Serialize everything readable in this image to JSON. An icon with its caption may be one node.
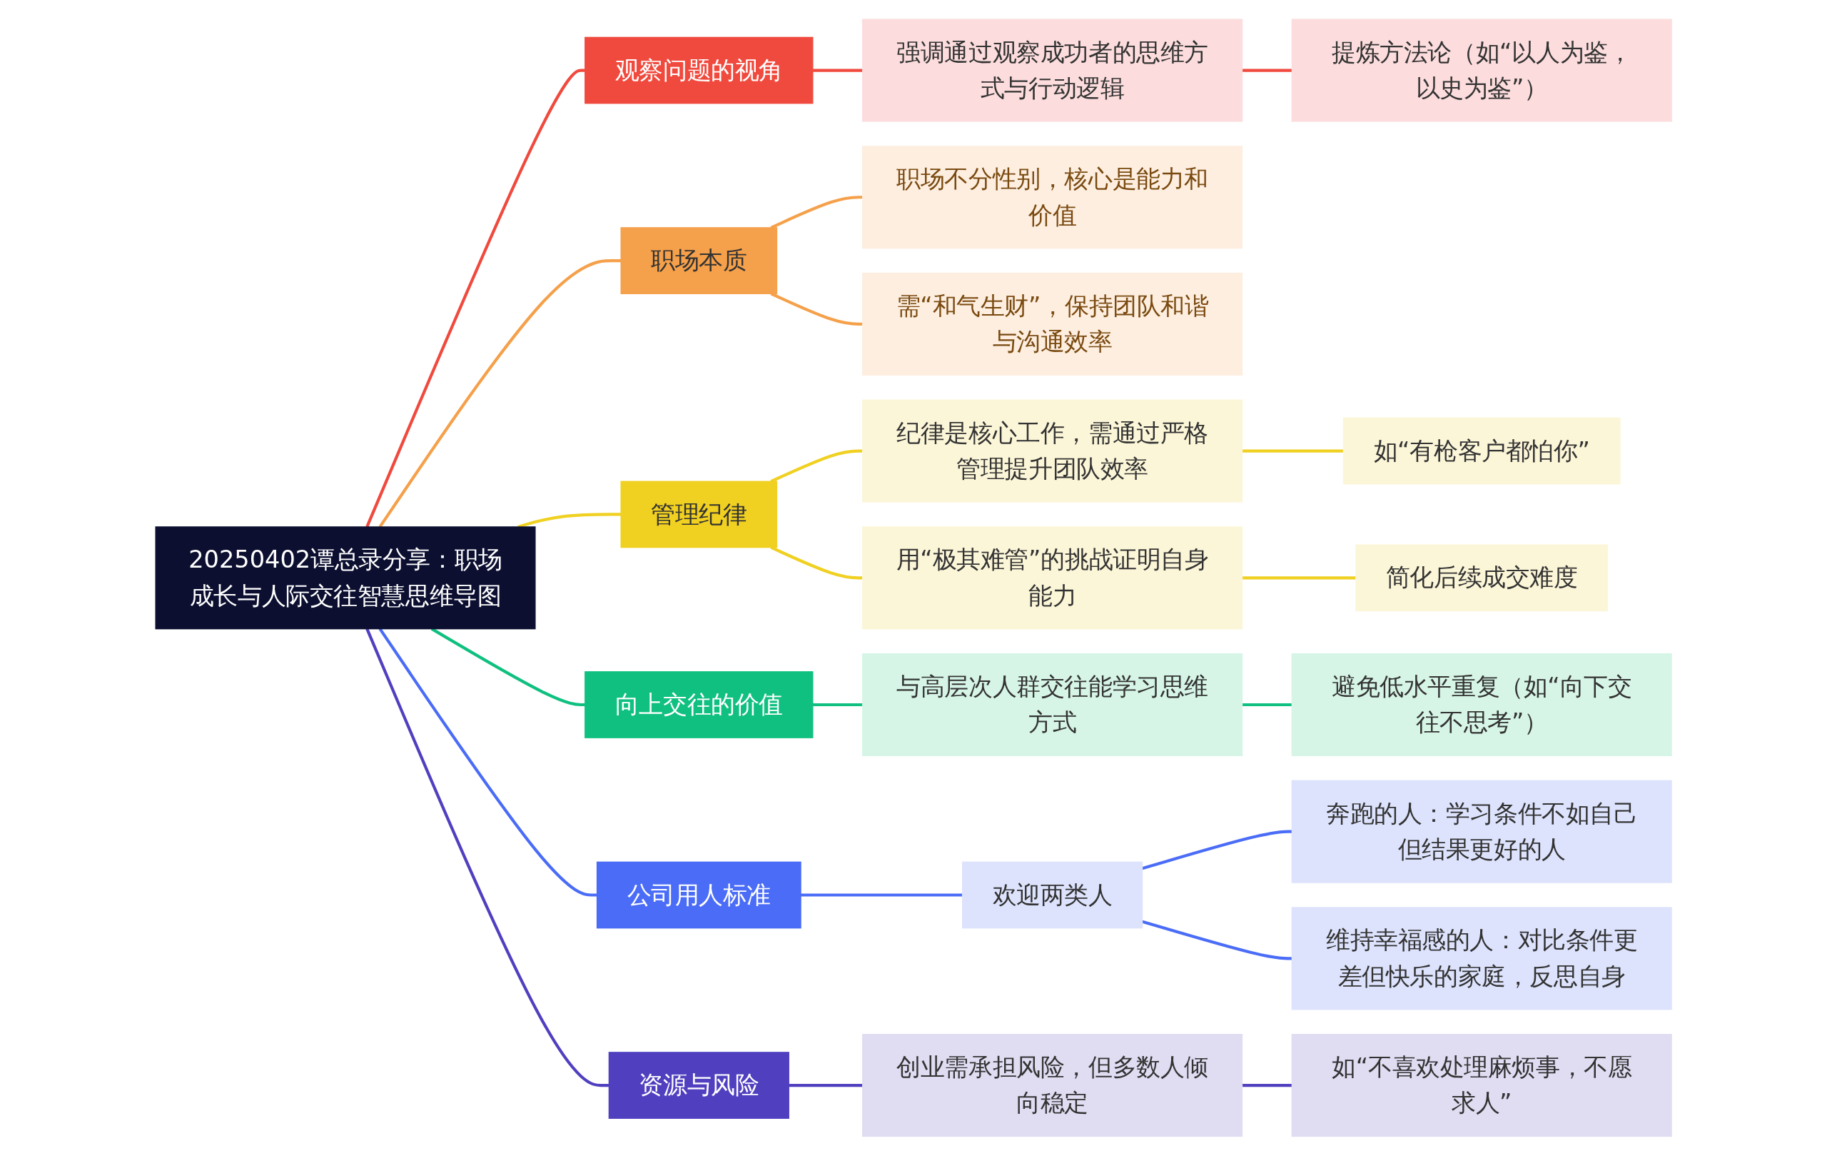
{
  "diagram": {
    "nodes": [
      {
        "text": [
          "20250402谭总录分享：职场成长与人际交往智慧思维导图"
        ]
      },
      {
        "text": [
          "观察问题的视角"
        ]
      },
      {
        "text": [
          "强调通过观察成功者的思维方式与行动逻辑"
        ]
      },
      {
        "text": [
          "提炼方法论（如“以人为鉴，以史为鉴”）"
        ]
      },
      {
        "text": [
          "职场本质"
        ]
      },
      {
        "text": [
          "职场不分性别，核心是能力和价值"
        ]
      },
      {
        "text": [
          "需“和气生财”，保持团队和谐与沟通效率"
        ]
      },
      {
        "text": [
          "管理纪律"
        ]
      },
      {
        "text": [
          "纪律是核心工作，需通过严格管理提升团队效率"
        ]
      },
      {
        "text": [
          "如“有枪客户都怕你”"
        ]
      },
      {
        "text": [
          "用“极其难管”的挑战证明自身能力"
        ]
      },
      {
        "text": [
          "简化后续成交难度"
        ]
      },
      {
        "text": [
          "向上交往的价值"
        ]
      },
      {
        "text": [
          "与高层次人群交往能学习思维方式"
        ]
      },
      {
        "text": [
          "避免低水平重复（如“向下交往不思考”）"
        ]
      },
      {
        "text": [
          "公司用人标准"
        ]
      },
      {
        "text": [
          "欢迎两类人"
        ]
      },
      {
        "text": [
          "奔跑的人：学习条件不如自己但结果更好的人"
        ]
      },
      {
        "text": [
          "维持幸福感的人：对比条件更差但快乐的家庭，反思自身"
        ]
      },
      {
        "text": [
          "资源与风险"
        ]
      },
      {
        "text": [
          "创业需承担风险，但多数人倾向稳定"
        ]
      },
      {
        "text": [
          "如“不喜欢处理麻烦事，不愿求人”"
        ]
      }
    ],
    "edges": [
      {
        "from": 0,
        "to": 1,
        "arrow": "none",
        "color": "#f04a3e"
      },
      {
        "from": 1,
        "to": 2,
        "arrow": "none",
        "color": "#f04a3e"
      },
      {
        "from": 2,
        "to": 3,
        "arrow": "none",
        "color": "#f04a3e"
      },
      {
        "from": 0,
        "to": 4,
        "arrow": "none",
        "color": "#f5a04a"
      },
      {
        "from": 4,
        "to": 5,
        "arrow": "none",
        "color": "#f5a04a"
      },
      {
        "from": 4,
        "to": 6,
        "arrow": "none",
        "color": "#f5a04a"
      },
      {
        "from": 0,
        "to": 7,
        "arrow": "none",
        "color": "#f0d020"
      },
      {
        "from": 7,
        "to": 8,
        "arrow": "none",
        "color": "#f0d020"
      },
      {
        "from": 8,
        "to": 9,
        "arrow": "none",
        "color": "#f0d020"
      },
      {
        "from": 7,
        "to": 10,
        "arrow": "none",
        "color": "#f0d020"
      },
      {
        "from": 10,
        "to": 11,
        "arrow": "none",
        "color": "#f0d020"
      },
      {
        "from": 0,
        "to": 12,
        "arrow": "none",
        "color": "#10c080"
      },
      {
        "from": 12,
        "to": 13,
        "arrow": "none",
        "color": "#10c080"
      },
      {
        "from": 13,
        "to": 14,
        "arrow": "none",
        "color": "#10c080"
      },
      {
        "from": 0,
        "to": 15,
        "arrow": "none",
        "color": "#4a6cf7"
      },
      {
        "from": 15,
        "to": 16,
        "arrow": "none",
        "color": "#4a6cf7"
      },
      {
        "from": 16,
        "to": 17,
        "arrow": "none",
        "color": "#4a6cf7"
      },
      {
        "from": 16,
        "to": 18,
        "arrow": "none",
        "color": "#4a6cf7"
      },
      {
        "from": 0,
        "to": 19,
        "arrow": "none",
        "color": "#5040c0"
      },
      {
        "from": 19,
        "to": 20,
        "arrow": "none",
        "color": "#5040c0"
      },
      {
        "from": 20,
        "to": 21,
        "arrow": "none",
        "color": "#5040c0"
      }
    ]
  }
}
